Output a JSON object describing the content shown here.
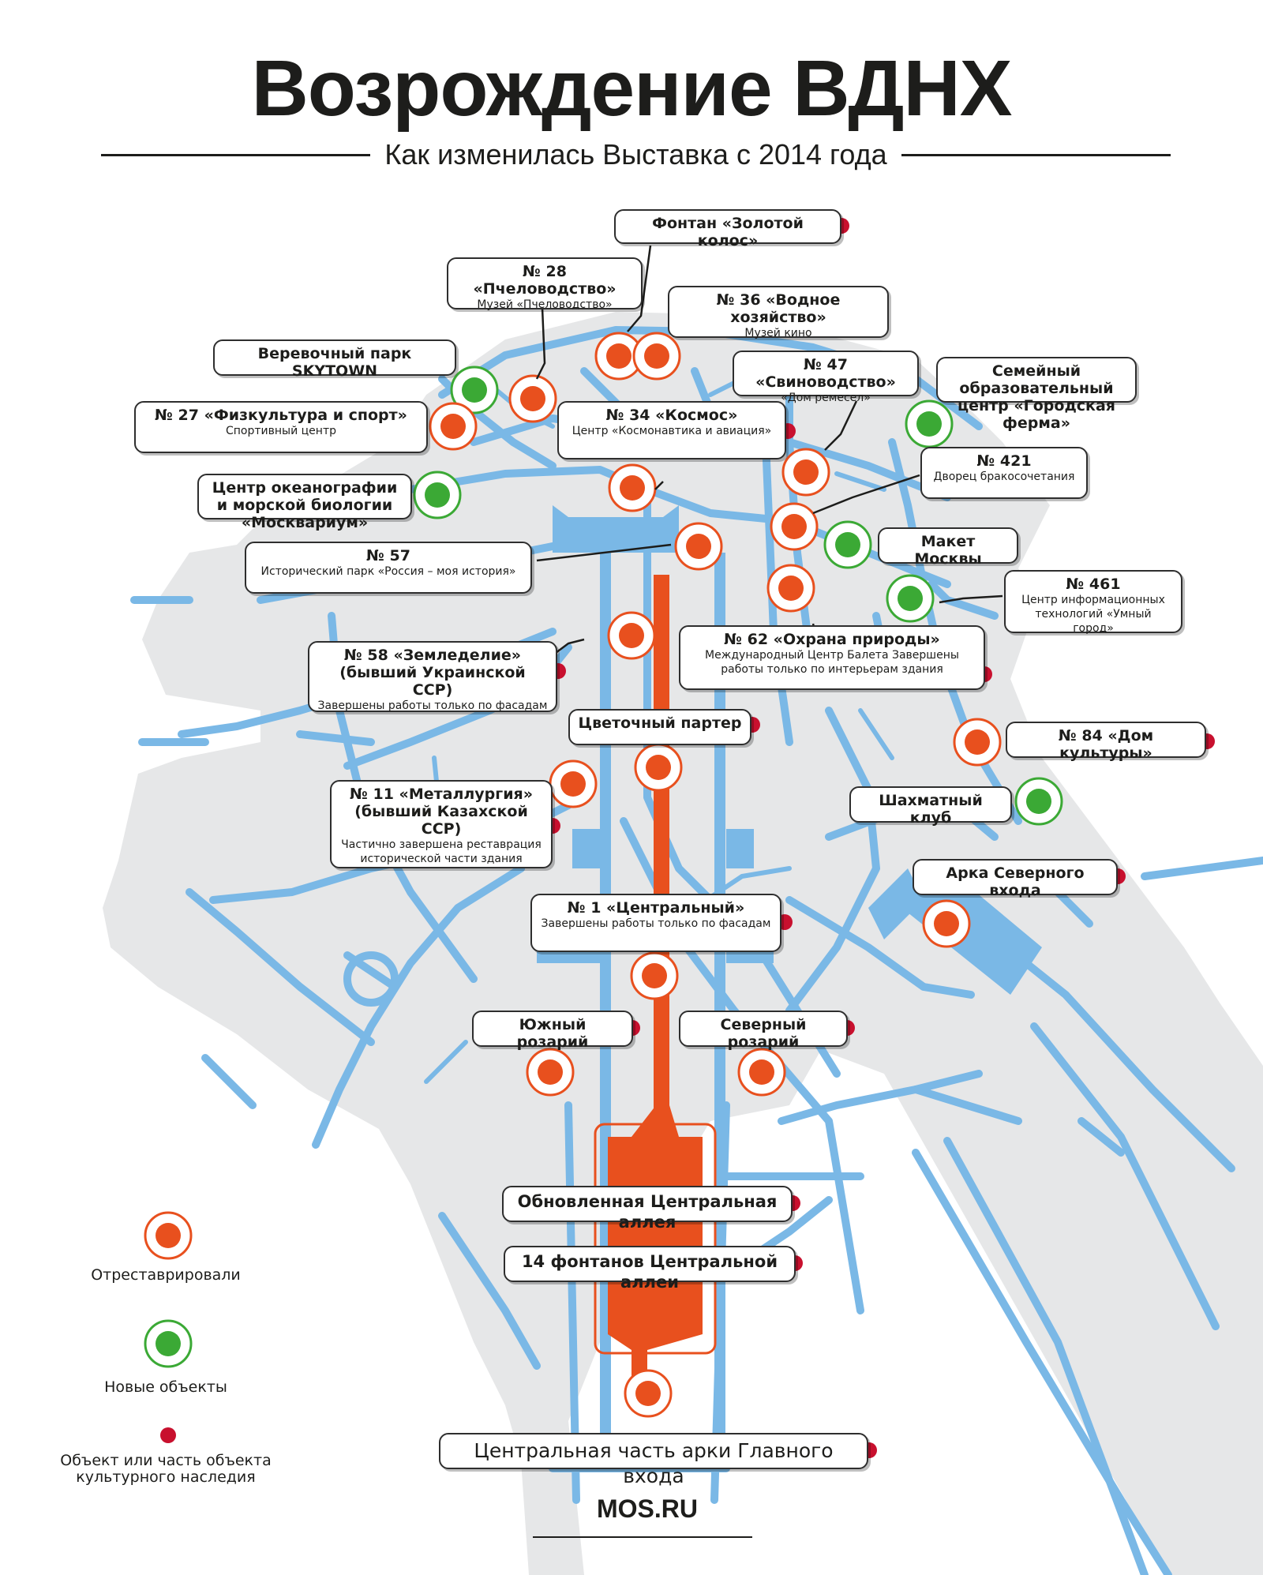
{
  "title": "Возрождение ВДНХ",
  "subtitle": "Как изменилась Выставка с 2014 года",
  "brand": "MOS.RU",
  "colors": {
    "restored": "#e8501e",
    "new": "#3ba935",
    "heritage": "#c8102e",
    "road": "#7ab8e6",
    "ground": "#e6e7e8",
    "alley": "#e8501e"
  },
  "labels": [
    {
      "id": "zolotoy-kolos",
      "title": "Фонтан «Золотой колос»",
      "sub": "",
      "heritage": true
    },
    {
      "id": "pchelovodstvo",
      "title": "№ 28 «Пчеловодство»",
      "sub": "Музей «Пчеловодство»",
      "heritage": false
    },
    {
      "id": "vodnoe",
      "title": "№ 36 «Водное хозяйство»",
      "sub": "Музей кино",
      "heritage": false
    },
    {
      "id": "skytown",
      "title": "Веревочный парк SKYTOWN",
      "sub": "",
      "heritage": false
    },
    {
      "id": "svinovodstvo",
      "title": "№ 47 «Свиноводство»",
      "sub": "«Дом ремесел»",
      "heritage": false
    },
    {
      "id": "ferma",
      "title": "Семейный образовательный центр «Городская ферма»",
      "sub": "",
      "heritage": false
    },
    {
      "id": "fizkultura",
      "title": "№ 27 «Физкультура и спорт»",
      "sub": "Спортивный центр",
      "heritage": false
    },
    {
      "id": "kosmos",
      "title": "№ 34 «Космос»",
      "sub": "Центр «Космонавтика и авиация»",
      "heritage": true
    },
    {
      "id": "moskvarium",
      "title": "Центр океанографии и морской биологии «Москвариум»",
      "sub": "",
      "heritage": false
    },
    {
      "id": "b421",
      "title": "№ 421",
      "sub": "Дворец бракосочетания",
      "heritage": false
    },
    {
      "id": "maket",
      "title": "Макет Москвы",
      "sub": "",
      "heritage": false
    },
    {
      "id": "b57",
      "title": "№ 57",
      "sub": "Исторический парк «Россия – моя история»",
      "heritage": false
    },
    {
      "id": "b461",
      "title": "№ 461",
      "sub": "Центр информационных технологий «Умный город»",
      "heritage": false
    },
    {
      "id": "zemledelie",
      "title": "№ 58 «Земледелие» (бывший Украинской ССР)",
      "sub": "Завершены работы только по фасадам",
      "heritage": true
    },
    {
      "id": "okhrana",
      "title": "№ 62 «Охрана природы»",
      "sub": "Международный Центр Балета Завершены работы только по интерьерам здания",
      "heritage": true
    },
    {
      "id": "parter",
      "title": "Цветочный партер",
      "sub": "",
      "heritage": true
    },
    {
      "id": "b84",
      "title": "№ 84 «Дом культуры»",
      "sub": "",
      "heritage": true
    },
    {
      "id": "metallurgiya",
      "title": "№ 11 «Металлургия» (бывший Казахской ССР)",
      "sub": "Частично завершена реставрация исторической части здания",
      "heritage": true
    },
    {
      "id": "shakhmaty",
      "title": "Шахматный клуб",
      "sub": "",
      "heritage": false
    },
    {
      "id": "arka-sever",
      "title": "Арка Северного входа",
      "sub": "",
      "heritage": true
    },
    {
      "id": "tsentralny",
      "title": "№ 1 «Центральный»",
      "sub": "Завершены работы только по фасадам",
      "heritage": true
    },
    {
      "id": "yuzhny",
      "title": "Южный розарий",
      "sub": "",
      "heritage": true
    },
    {
      "id": "severny",
      "title": "Северный розарий",
      "sub": "",
      "heritage": true
    },
    {
      "id": "alleya",
      "title": "Обновленная Центральная аллея",
      "sub": "",
      "heritage": true
    },
    {
      "id": "fontany",
      "title": "14 фонтанов Центральной аллеи",
      "sub": "",
      "heritage": true
    },
    {
      "id": "arka-main",
      "title": "Центральная часть арки Главного входа",
      "sub": "",
      "heritage": true
    }
  ],
  "markers": [
    {
      "id": "zolotoy-kolos",
      "status": "restored"
    },
    {
      "id": "vodnoe",
      "status": "restored"
    },
    {
      "id": "skytown",
      "status": "new"
    },
    {
      "id": "pchelovodstvo",
      "status": "restored"
    },
    {
      "id": "fizkultura",
      "status": "restored"
    },
    {
      "id": "ferma",
      "status": "new"
    },
    {
      "id": "svinovodstvo",
      "status": "restored"
    },
    {
      "id": "moskvarium",
      "status": "new"
    },
    {
      "id": "kosmos",
      "status": "restored"
    },
    {
      "id": "b421",
      "status": "restored"
    },
    {
      "id": "b57",
      "status": "restored"
    },
    {
      "id": "maket",
      "status": "new"
    },
    {
      "id": "okhrana",
      "status": "restored"
    },
    {
      "id": "b461",
      "status": "new"
    },
    {
      "id": "zemledelie",
      "status": "restored"
    },
    {
      "id": "b84",
      "status": "restored"
    },
    {
      "id": "parter",
      "status": "restored"
    },
    {
      "id": "metallurgiya",
      "status": "restored"
    },
    {
      "id": "shakhmaty",
      "status": "new"
    },
    {
      "id": "arka-sever",
      "status": "restored"
    },
    {
      "id": "tsentralny",
      "status": "restored"
    },
    {
      "id": "yuzhny",
      "status": "restored"
    },
    {
      "id": "severny",
      "status": "restored"
    },
    {
      "id": "arka-main",
      "status": "restored"
    }
  ],
  "legend": [
    {
      "kind": "restored",
      "text": "Отреставрировали"
    },
    {
      "kind": "new",
      "text": "Новые объекты"
    },
    {
      "kind": "heritage",
      "text": "Объект или часть объекта культурного наследия"
    }
  ]
}
